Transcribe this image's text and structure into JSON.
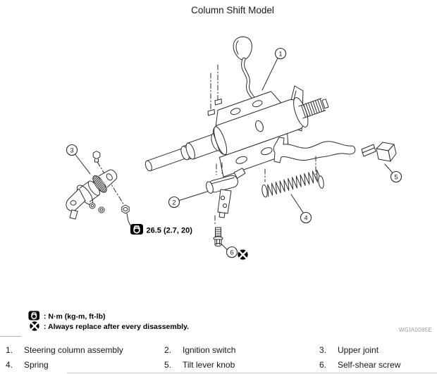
{
  "title": "Column Shift Model",
  "figure": {
    "torque_spec": "26.5 (2.7, 20)",
    "callouts": [
      "1",
      "2",
      "3",
      "4",
      "5",
      "6"
    ],
    "watermark": "WGIA0085E",
    "line_color": "#2b2b2b",
    "icons": {
      "torque": "torque-bolt-icon",
      "replace": "replace-x-icon"
    }
  },
  "legend": {
    "torque_note": ": N·m (kg-m, ft-lb)",
    "replace_note": ": Always replace after every disassembly."
  },
  "parts": [
    {
      "num": "1.",
      "label": "Steering column assembly"
    },
    {
      "num": "2.",
      "label": "Ignition switch"
    },
    {
      "num": "3.",
      "label": "Upper joint"
    },
    {
      "num": "4.",
      "label": "Spring"
    },
    {
      "num": "5.",
      "label": "Tilt lever knob"
    },
    {
      "num": "6.",
      "label": "Self-shear screw"
    }
  ]
}
